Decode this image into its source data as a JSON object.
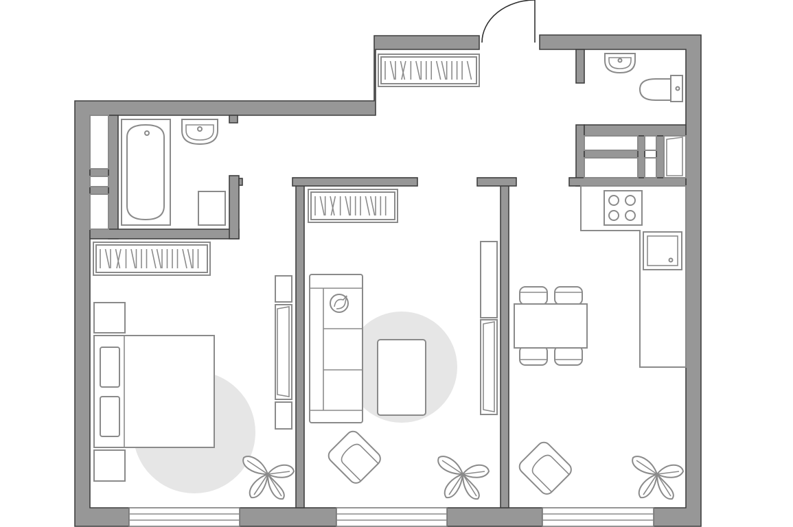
{
  "plan": {
    "colors": {
      "wall_fill": "#979797",
      "wall_outline": "#3f3f3f",
      "furniture_stroke": "#8a8a8a",
      "rug_fill": "#e6e6e6",
      "background": "#ffffff"
    },
    "rooms": [
      "bedroom",
      "living-room",
      "kitchen-dining",
      "bathroom",
      "wc",
      "hallway"
    ],
    "icons": [
      "bathtub-icon",
      "sink-icon",
      "toilet-icon",
      "washing-machine-icon",
      "stove-icon",
      "kitchen-sink-icon",
      "bed-icon",
      "sofa-icon",
      "cat-icon",
      "armchair-icon",
      "plant-icon",
      "dining-table-icon",
      "chair-icon",
      "wardrobe-icon",
      "bookshelf-icon",
      "door-icon",
      "window-icon"
    ]
  }
}
